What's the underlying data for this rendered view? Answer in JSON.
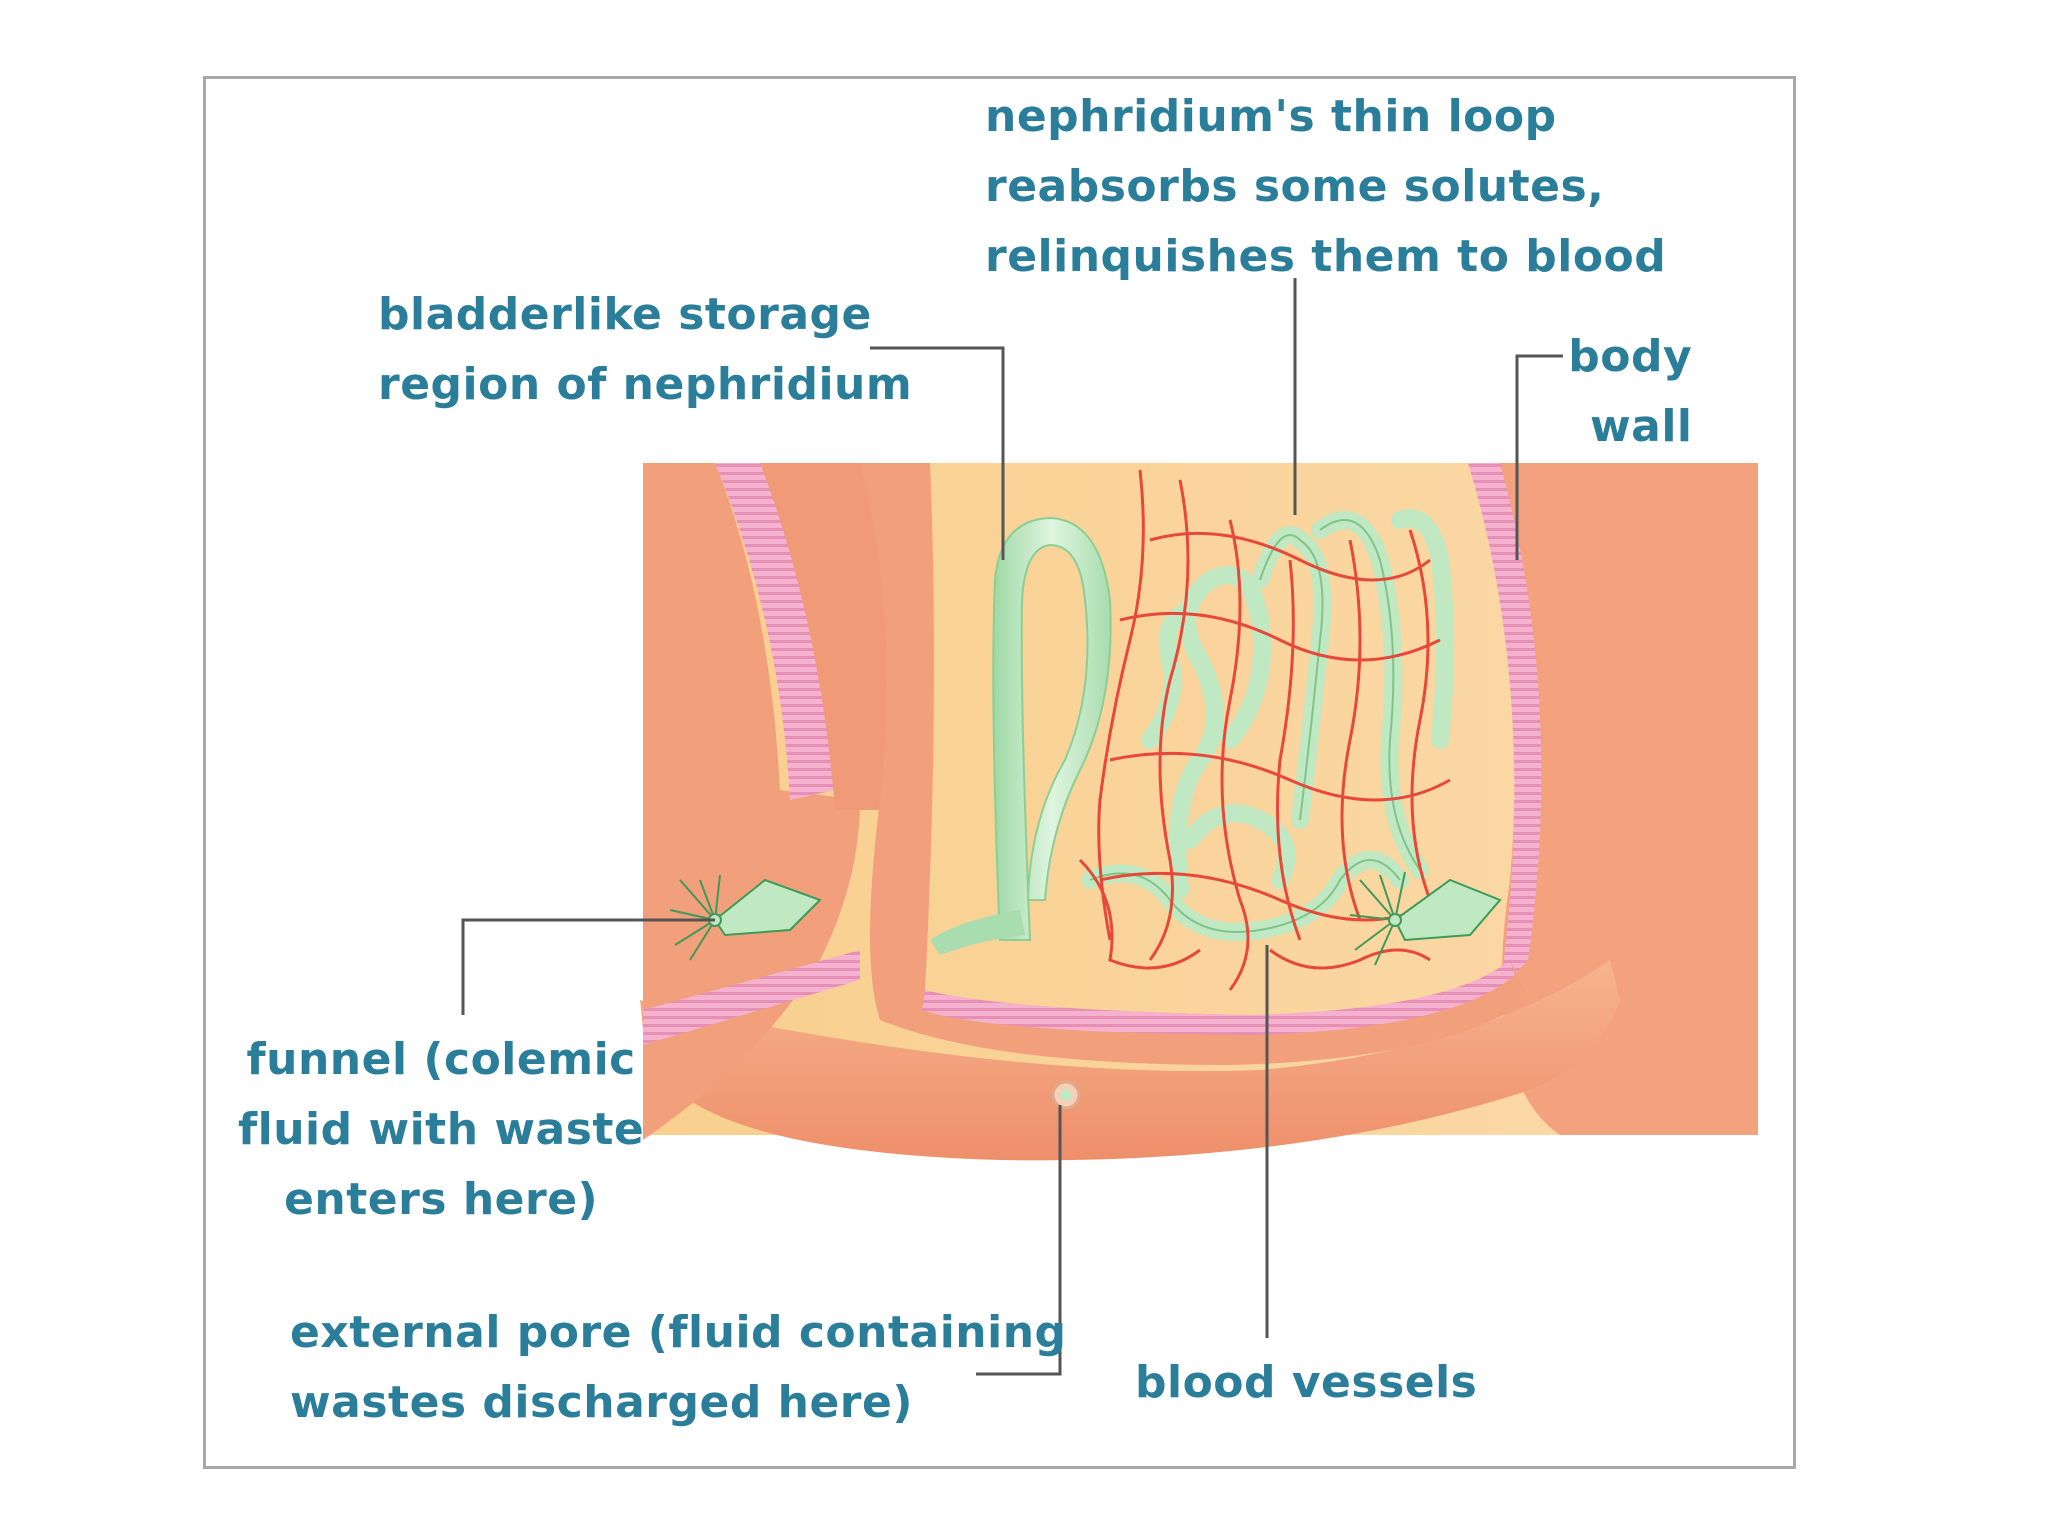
{
  "colors": {
    "label_text": "#2a7e9a",
    "leader_line": "#555555",
    "frame_border": "#a8a8a8",
    "body_tissue": "#f0a07c",
    "coelom": "#f7c98f",
    "septum_pink": "#f2a6c6",
    "nephridium_green": "#bfe8c3",
    "blood_vessel_red": "#e8483a"
  },
  "labels": {
    "thin_loop": [
      "nephridium's thin loop",
      "reabsorbs some solutes,",
      "relinquishes them to blood"
    ],
    "bladder": [
      "bladderlike storage",
      "region of nephridium"
    ],
    "body_wall": [
      "body",
      "wall"
    ],
    "funnel": [
      "funnel (colemic",
      "fluid with waste",
      "enters here)"
    ],
    "external_pore": [
      "external pore (fluid containing",
      "wastes discharged here)"
    ],
    "blood_vessels": [
      "blood vessels"
    ]
  }
}
